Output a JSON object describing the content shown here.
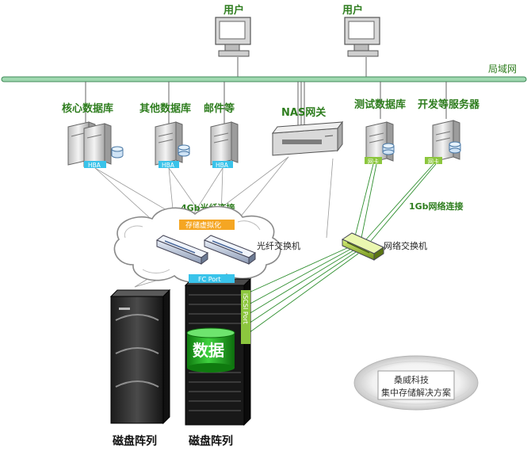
{
  "users": [
    {
      "label": "用户"
    },
    {
      "label": "用户"
    }
  ],
  "lan": {
    "label": "局域网",
    "color": "#9fd8b0"
  },
  "servers": {
    "core_db": "核心数据库",
    "other_db": "其他数据库",
    "mail": "邮件等",
    "nas": "NAS网关",
    "test_db": "测试数据库",
    "dev_server": "开发等服务器"
  },
  "cards": {
    "hba": "HBA",
    "nic": "网卡"
  },
  "links": {
    "fc": "4Gb光纤连接",
    "gbe": "1Gb网络连接"
  },
  "san": {
    "virtualization": "存储虚拟化",
    "fc_switch": "光纤交换机",
    "fc_port": "FC Port",
    "iscsi_port": "iSCSI Port"
  },
  "network_switch": "网络交换机",
  "storage": {
    "array1": "磁盘阵列",
    "array2": "磁盘阵列",
    "data": "数据"
  },
  "badge": {
    "line1": "桑威科技",
    "line2": "集中存储解决方案"
  },
  "colors": {
    "label_green": "#2e7d1e",
    "hba_cyan": "#39c3ea",
    "nic_green": "#8cc63e",
    "orange": "#f5a623",
    "data_green": "#1faa1f"
  }
}
